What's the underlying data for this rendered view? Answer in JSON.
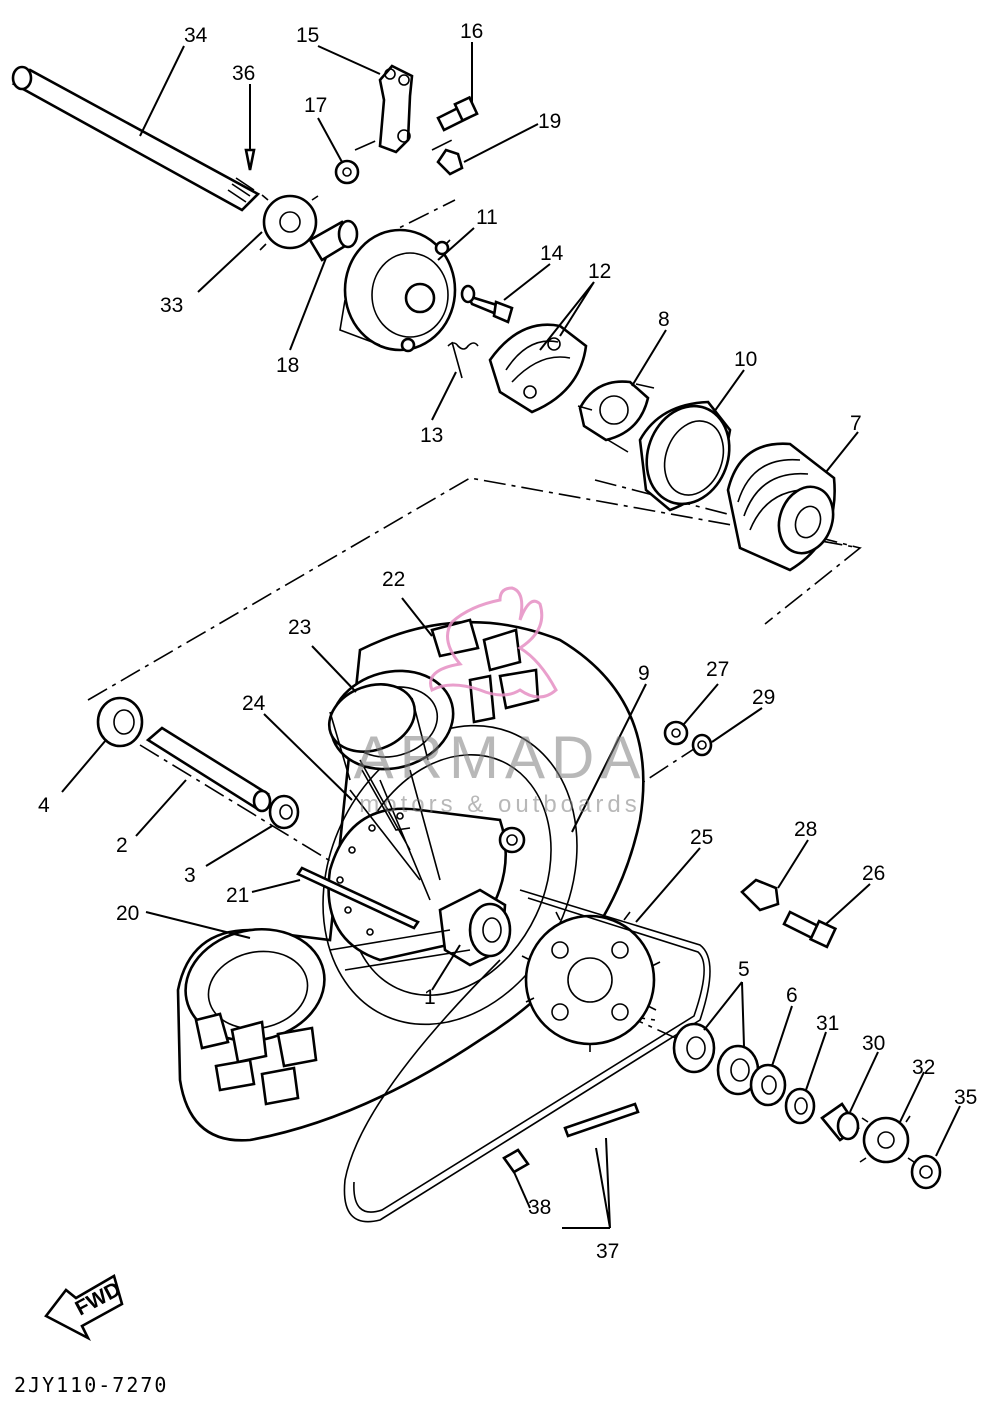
{
  "diagram": {
    "drawing_code": "2JY110-7270",
    "fwd_label": "FWD",
    "watermark": {
      "brand": "ARMADA",
      "tagline": "motors & outboards",
      "color": "#e58ec3"
    },
    "callouts": [
      "1",
      "2",
      "3",
      "4",
      "5",
      "6",
      "7",
      "8",
      "9",
      "10",
      "11",
      "12",
      "13",
      "14",
      "15",
      "16",
      "17",
      "18",
      "19",
      "20",
      "21",
      "22",
      "23",
      "24",
      "25",
      "26",
      "27",
      "28",
      "29",
      "30",
      "31",
      "32",
      "33",
      "34",
      "35",
      "36",
      "37",
      "38"
    ]
  }
}
